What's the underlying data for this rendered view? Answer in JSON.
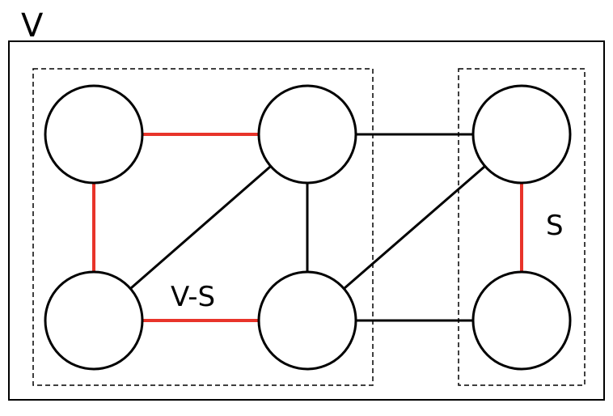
{
  "labels": {
    "outer": "V",
    "left_group": "V-S",
    "right_group": "S"
  },
  "colors": {
    "edge_black": "#000000",
    "edge_red": "#e8342a",
    "node_stroke": "#000000",
    "node_fill": "#ffffff"
  },
  "nodes": [
    "n1",
    "n2",
    "n3",
    "n4",
    "n5",
    "n6"
  ],
  "edges": [
    {
      "from": "n1",
      "to": "n2",
      "color": "red"
    },
    {
      "from": "n1",
      "to": "n4",
      "color": "red"
    },
    {
      "from": "n4",
      "to": "n5",
      "color": "red"
    },
    {
      "from": "n3",
      "to": "n6",
      "color": "red"
    },
    {
      "from": "n2",
      "to": "n4",
      "color": "black"
    },
    {
      "from": "n2",
      "to": "n5",
      "color": "black"
    },
    {
      "from": "n2",
      "to": "n3",
      "color": "black"
    },
    {
      "from": "n5",
      "to": "n3",
      "color": "black"
    },
    {
      "from": "n5",
      "to": "n6",
      "color": "black"
    }
  ]
}
